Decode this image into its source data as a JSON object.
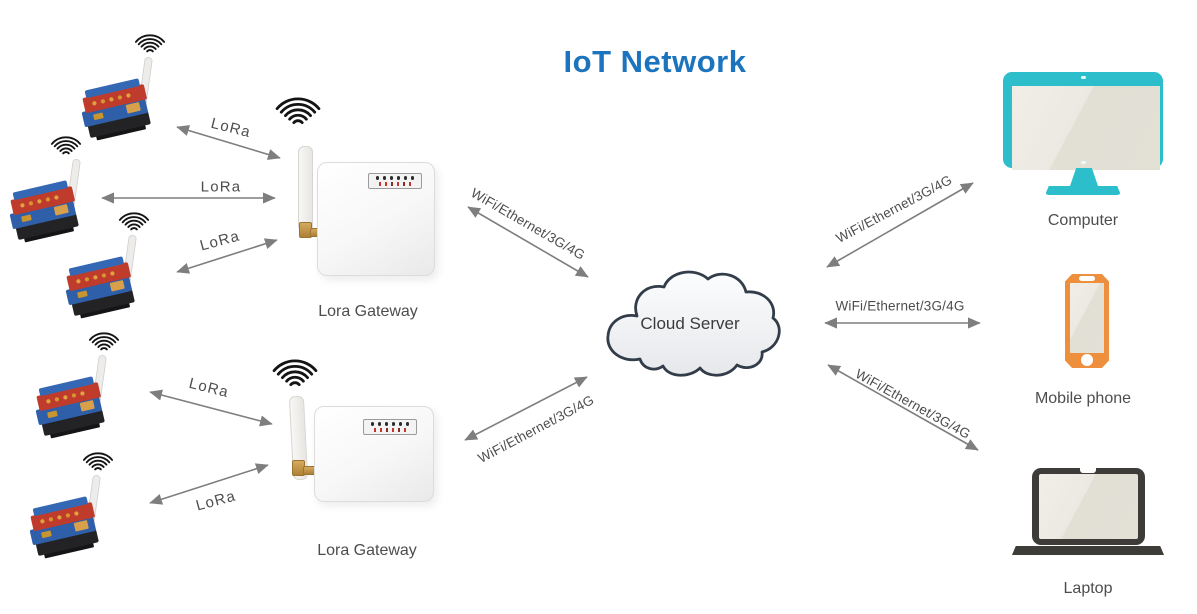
{
  "title": "IoT Network",
  "colors": {
    "title_blue": "#1b74bd",
    "arrow_gray": "#7e7e7e",
    "label_gray": "#4d4d4d",
    "computer_teal": "#2dbecc",
    "phone_orange": "#ee8f3e",
    "laptop_dark": "#3e3c39",
    "screen_beige": "#e3e0d6",
    "cloud_stroke": "#333d49",
    "board_red": "#bf3b2c",
    "board_blue": "#2e5fa8",
    "antenna_gold": "#c99c4e",
    "led_red": "#c23529"
  },
  "gateways": [
    {
      "label": "Lora Gateway"
    },
    {
      "label": "Lora Gateway"
    }
  ],
  "cloud": {
    "label": "Cloud Server"
  },
  "devices": [
    {
      "label": "Computer"
    },
    {
      "label": "Mobile phone"
    },
    {
      "label": "Laptop"
    }
  ],
  "links": {
    "lora": [
      {
        "label": "LoRa"
      },
      {
        "label": "LoRa"
      },
      {
        "label": "LoRa"
      },
      {
        "label": "LoRa"
      },
      {
        "label": "LoRa"
      }
    ],
    "wan": [
      {
        "label": "WiFi/Ethernet/3G/4G"
      },
      {
        "label": "WiFi/Ethernet/3G/4G"
      },
      {
        "label": "WiFi/Ethernet/3G/4G"
      },
      {
        "label": "WiFi/Ethernet/3G/4G"
      },
      {
        "label": "WiFi/Ethernet/3G/4G"
      }
    ]
  },
  "icons": {
    "wifi_signal": "radiating-signal-arcs",
    "lora_node": "arduino-board-with-antenna",
    "lora_gateway": "white-router-box-with-antenna",
    "cloud": "cloud-outline",
    "computer": "teal-desktop-monitor",
    "mobile_phone": "orange-smartphone",
    "laptop": "dark-laptop"
  }
}
